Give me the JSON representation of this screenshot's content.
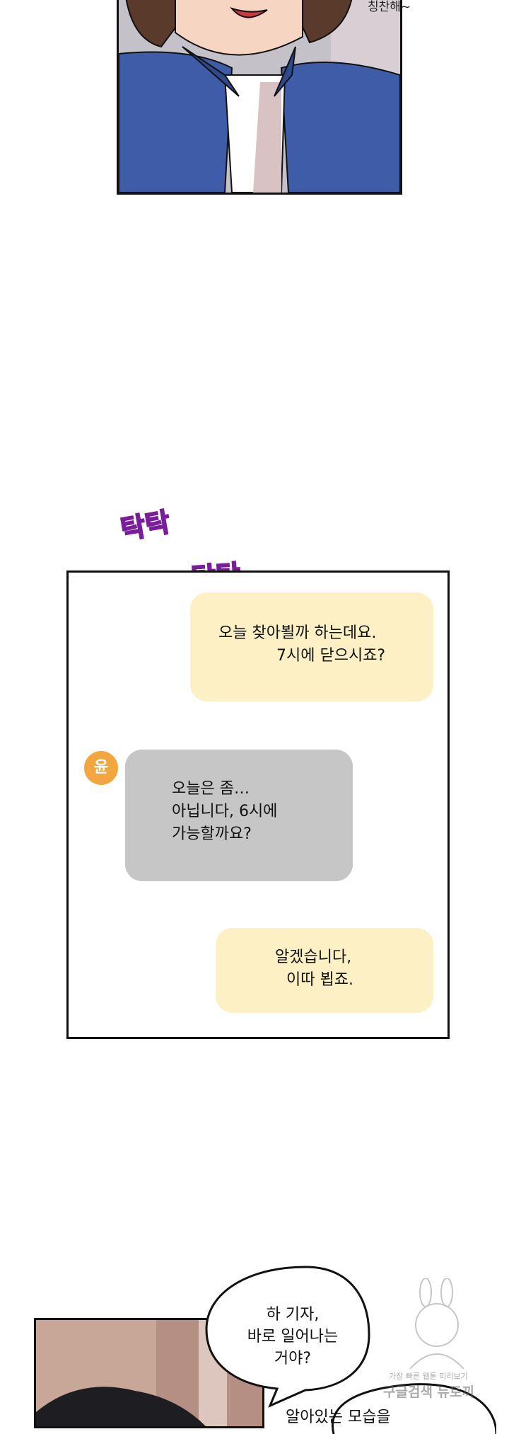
{
  "top_panel": {
    "caption_lines": [
      "칭찬해~"
    ]
  },
  "sfx": {
    "line1": "탁탁",
    "line2": "탁탁…"
  },
  "chat": {
    "messages": [
      {
        "sender": "me",
        "lines": [
          "오늘 찾아뵐까 하는데요.",
          "7시에 닫으시죠?"
        ]
      },
      {
        "sender": "윤",
        "lines": [
          "오늘은 좀…",
          "아닙니다, 6시에",
          "가능할까요?"
        ]
      },
      {
        "sender": "me",
        "lines": [
          "알겠습니다,",
          "이따 뵙죠."
        ]
      }
    ],
    "avatar_label": "윤",
    "colors": {
      "outgoing": "#fdf0c4",
      "incoming": "#c6c6c6",
      "avatar": "#f2a63f"
    }
  },
  "speech": {
    "lines": [
      "하 기자,",
      "바로 일어나는",
      "거야?"
    ],
    "next_line": "알아있는 모습을"
  },
  "watermark": {
    "line1": "가장 빠른 웹툰 미리보기",
    "line2": "구글검색 뉴토끼"
  }
}
